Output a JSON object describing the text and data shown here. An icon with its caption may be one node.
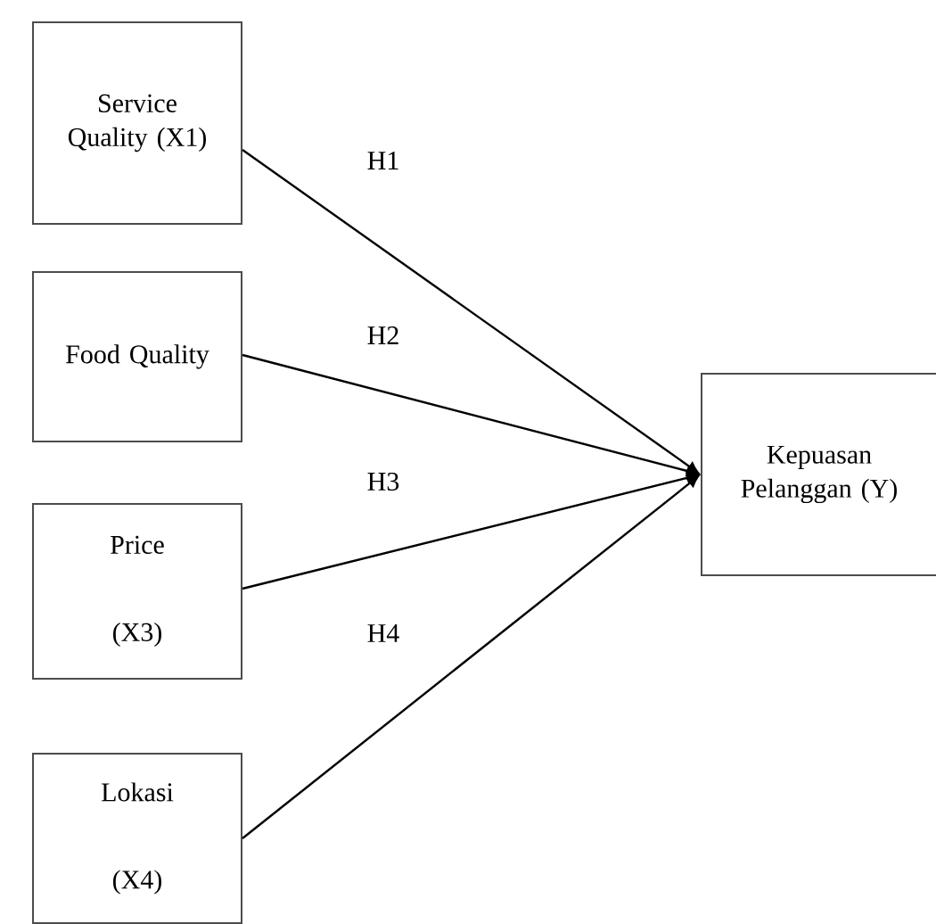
{
  "diagram": {
    "nodes": [
      {
        "text": [
          "Service Quality (X1)"
        ]
      },
      {
        "text": [
          "Food Quality"
        ]
      },
      {
        "text": [
          "Price",
          "(X3)"
        ]
      },
      {
        "text": [
          "Lokasi",
          "(X4)"
        ]
      },
      {
        "text": [
          "Kepuasan Pelanggan (Y)"
        ]
      }
    ],
    "edges": [
      {
        "from": 0,
        "to": 4,
        "arrow": "to",
        "label": "H1"
      },
      {
        "from": 1,
        "to": 4,
        "arrow": "to",
        "label": "H2"
      },
      {
        "from": 2,
        "to": 4,
        "arrow": "to",
        "label": "H3"
      },
      {
        "from": 3,
        "to": 4,
        "arrow": "to",
        "label": "H4"
      }
    ]
  }
}
